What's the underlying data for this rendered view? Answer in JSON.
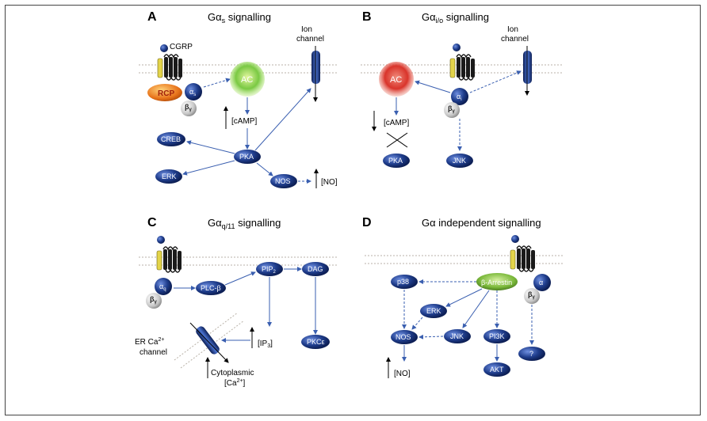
{
  "panels": {
    "A": {
      "letter": "A",
      "title": "Gα",
      "title_sub": "s",
      "title_rest": " signalling"
    },
    "B": {
      "letter": "B",
      "title": "Gα",
      "title_sub": "i/o",
      "title_rest": " signalling"
    },
    "C": {
      "letter": "C",
      "title": "Gα",
      "title_sub": "q/11",
      "title_rest": " signalling"
    },
    "D": {
      "letter": "D",
      "title": "Gα independent signalling"
    }
  },
  "labels": {
    "cgrp": "CGRP",
    "ion_channel_1": "Ion",
    "ion_channel_2": "channel",
    "rcp": "RCP",
    "alpha_s": "α",
    "alpha_s_sub": "s",
    "alpha_i": "α",
    "alpha_i_sub": "i",
    "alpha_q": "α",
    "alpha_q_sub": "q",
    "alpha": "α",
    "beta_gamma": "β",
    "beta_gamma_sub": "γ",
    "ac": "AC",
    "camp": "[cAMP]",
    "pka": "PKA",
    "creb": "CREB",
    "erk": "ERK",
    "nos": "NOS",
    "no": "[NO]",
    "jnk": "JNK",
    "plc": "PLC-β",
    "pip": "PIP",
    "pip_sub": "2",
    "dag": "DAG",
    "ip3": "[IP",
    "ip3_sub": "3",
    "ip3_end": "]",
    "pkc": "PKCε",
    "er_1": "ER Ca",
    "er_sup": "2+",
    "er_2": "channel",
    "cyto_1": "Cytoplasmic",
    "cyto_2": "[Ca",
    "cyto_sup": "2+",
    "cyto_end": "]",
    "p38": "p38",
    "barrestin": "β-Arrestin",
    "pi3k": "PI3K",
    "akt": "AKT",
    "unknown": "?"
  },
  "colors": {
    "node": "#1f3d8c",
    "ac_active": "#7ac943",
    "ac_inhibited": "#d9342b",
    "rcp": "#e8731a",
    "arrestin": "#7ab83a",
    "arrow": "#3a5fb0"
  }
}
